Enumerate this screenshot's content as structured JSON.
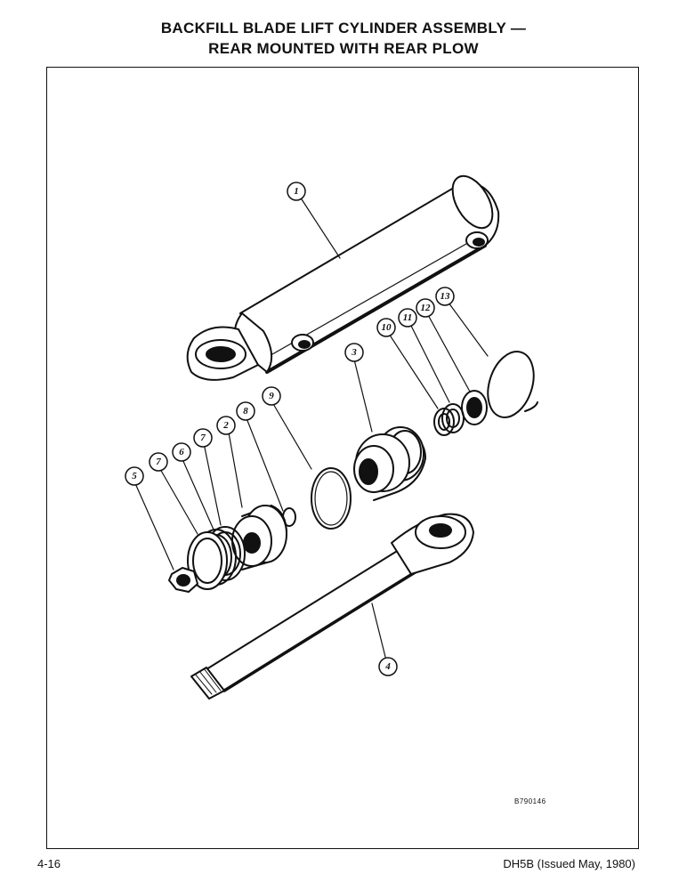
{
  "title": {
    "line1": "BACKFILL BLADE LIFT CYLINDER ASSEMBLY —",
    "line2": "REAR MOUNTED WITH REAR PLOW"
  },
  "figure_id": "B790146",
  "footer": {
    "page": "4-16",
    "doc": "DH5B (Issued May, 1980)"
  },
  "callouts": [
    "1",
    "2",
    "3",
    "4",
    "5",
    "6",
    "7",
    "7",
    "8",
    "9",
    "10",
    "11",
    "12",
    "13"
  ]
}
